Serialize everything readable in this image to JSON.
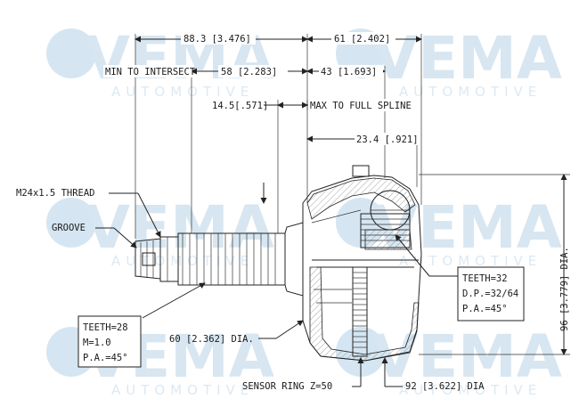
{
  "watermark": {
    "brand": "VEMA",
    "sub": "AUTOMOTIVE"
  },
  "dims": {
    "overall_left": "88.3 [3.476]",
    "overall_right": "61 [2.402]",
    "min_intersect_label": "MIN TO INTERSECT",
    "min_intersect_value": "58 [2.283]",
    "right_intersect": "43 [1.693]",
    "spline_value": "14.5[.571]",
    "spline_label": "MAX TO FULL SPLINE",
    "inner_width": "23.4 [.921]",
    "thread": "M24x1.5 THREAD",
    "groove": "GROOVE",
    "shaft_dia": "60 [2.362] DIA.",
    "sensor_ring": "SENSOR RING Z=50",
    "outer_dia": "92 [3.622] DIA",
    "height_dia": "96 [3.779] DIA."
  },
  "spec_left": {
    "teeth": "TEETH=28",
    "module": "M=1.0",
    "pa": "P.A.=45°"
  },
  "spec_right": {
    "teeth": "TEETH=32",
    "dp": "D.P.=32/64",
    "pa": "P.A.=45°"
  }
}
